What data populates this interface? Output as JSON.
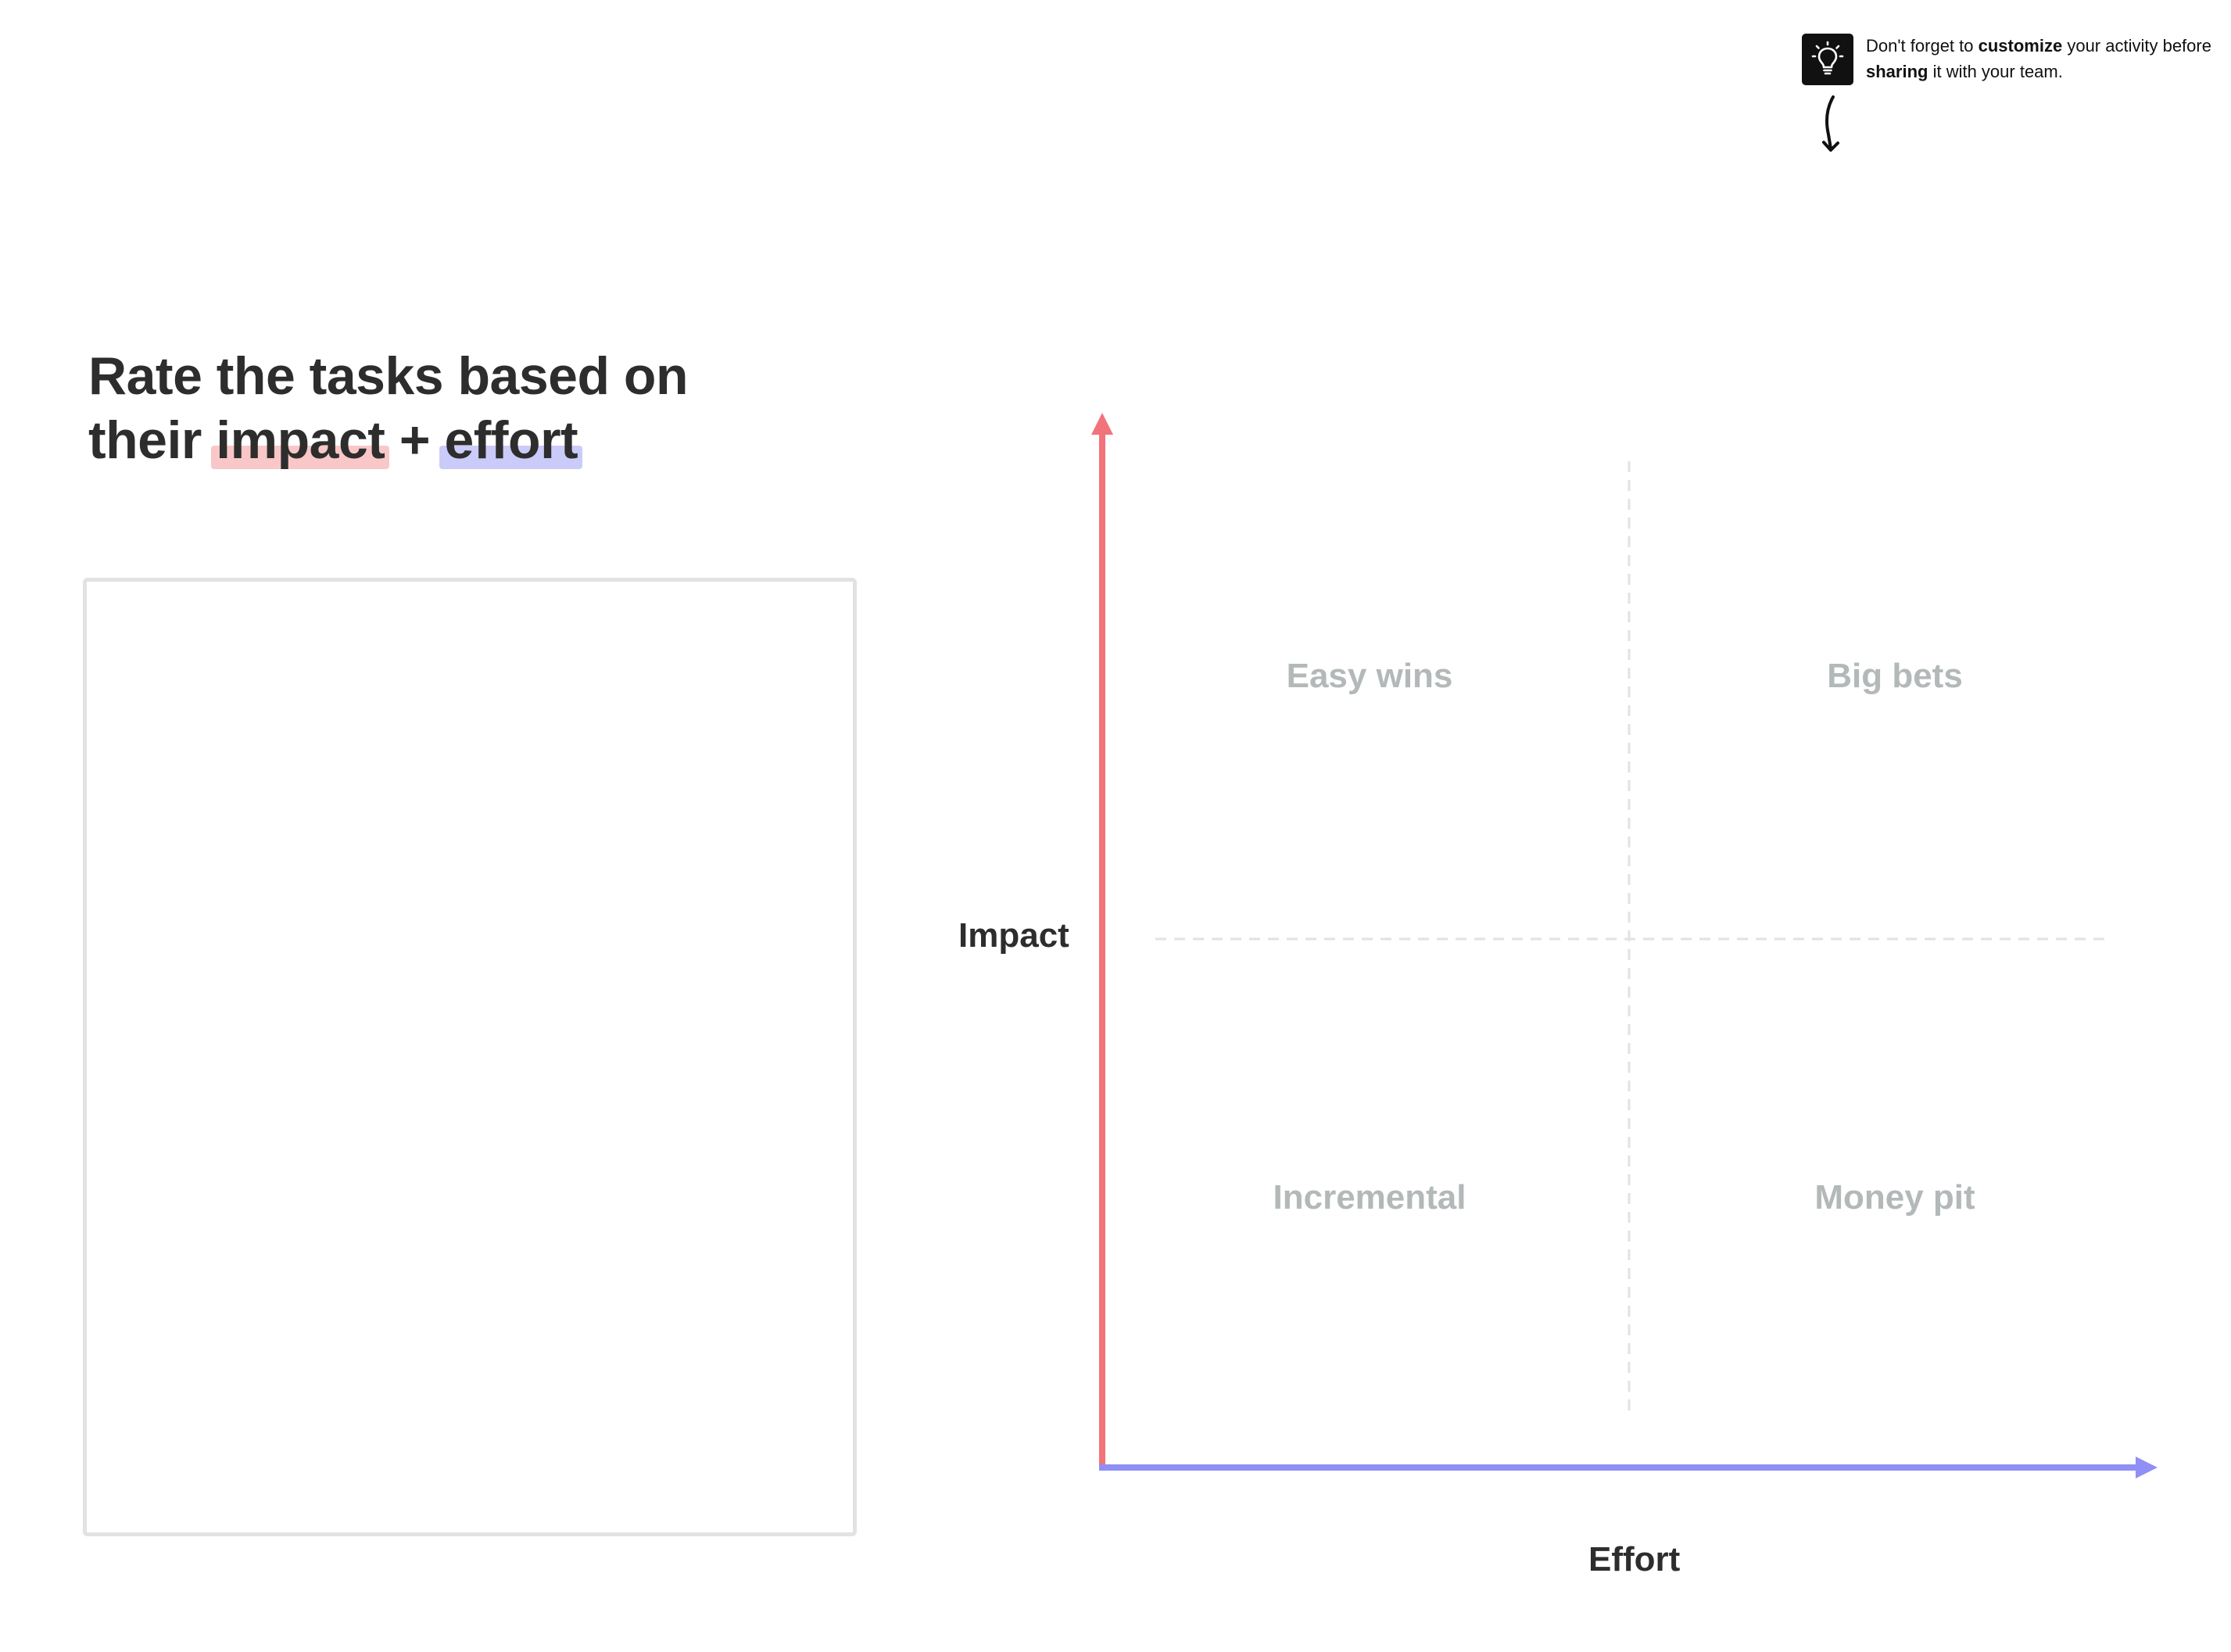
{
  "tip": {
    "icon": "lightbulb-icon",
    "text_part1": "Don't forget to ",
    "text_bold1": "customize",
    "text_part2": " your activity before ",
    "text_bold2": "sharing",
    "text_part3": " it with your team."
  },
  "title": {
    "line1": "Rate the tasks based on",
    "line2_prefix": "their ",
    "impact_word": "impact",
    "joiner": " + ",
    "effort_word": "effort"
  },
  "matrix": {
    "y_axis_label": "Impact",
    "x_axis_label": "Effort",
    "quadrants": {
      "top_left": "Easy wins",
      "top_right": "Big bets",
      "bottom_left": "Incremental",
      "bottom_right": "Money pit"
    },
    "colors": {
      "impact_axis": "#f2737a",
      "effort_axis": "#8f8ff5",
      "divider": "#e0e0e0",
      "quadrant_text": "#b3b8b9"
    }
  }
}
